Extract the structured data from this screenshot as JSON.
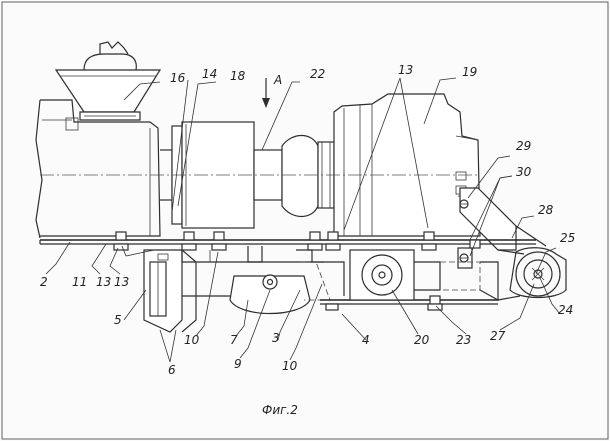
{
  "drawing": {
    "caption": "Фиг.2",
    "view_arrow_label": "A",
    "labels": {
      "l2": "2",
      "l3": "3",
      "l4": "4",
      "l5": "5",
      "l6": "6",
      "l7": "7",
      "l9": "9",
      "l10a": "10",
      "l10b": "10",
      "l11": "11",
      "l13a": "13",
      "l13b": "13",
      "l13c": "13",
      "l14": "14",
      "l16": "16",
      "l18": "18",
      "l19": "19",
      "l20": "20",
      "l22": "22",
      "l23": "23",
      "l24": "24",
      "l25": "25",
      "l27": "27",
      "l28": "28",
      "l29": "29",
      "l30": "30"
    }
  }
}
